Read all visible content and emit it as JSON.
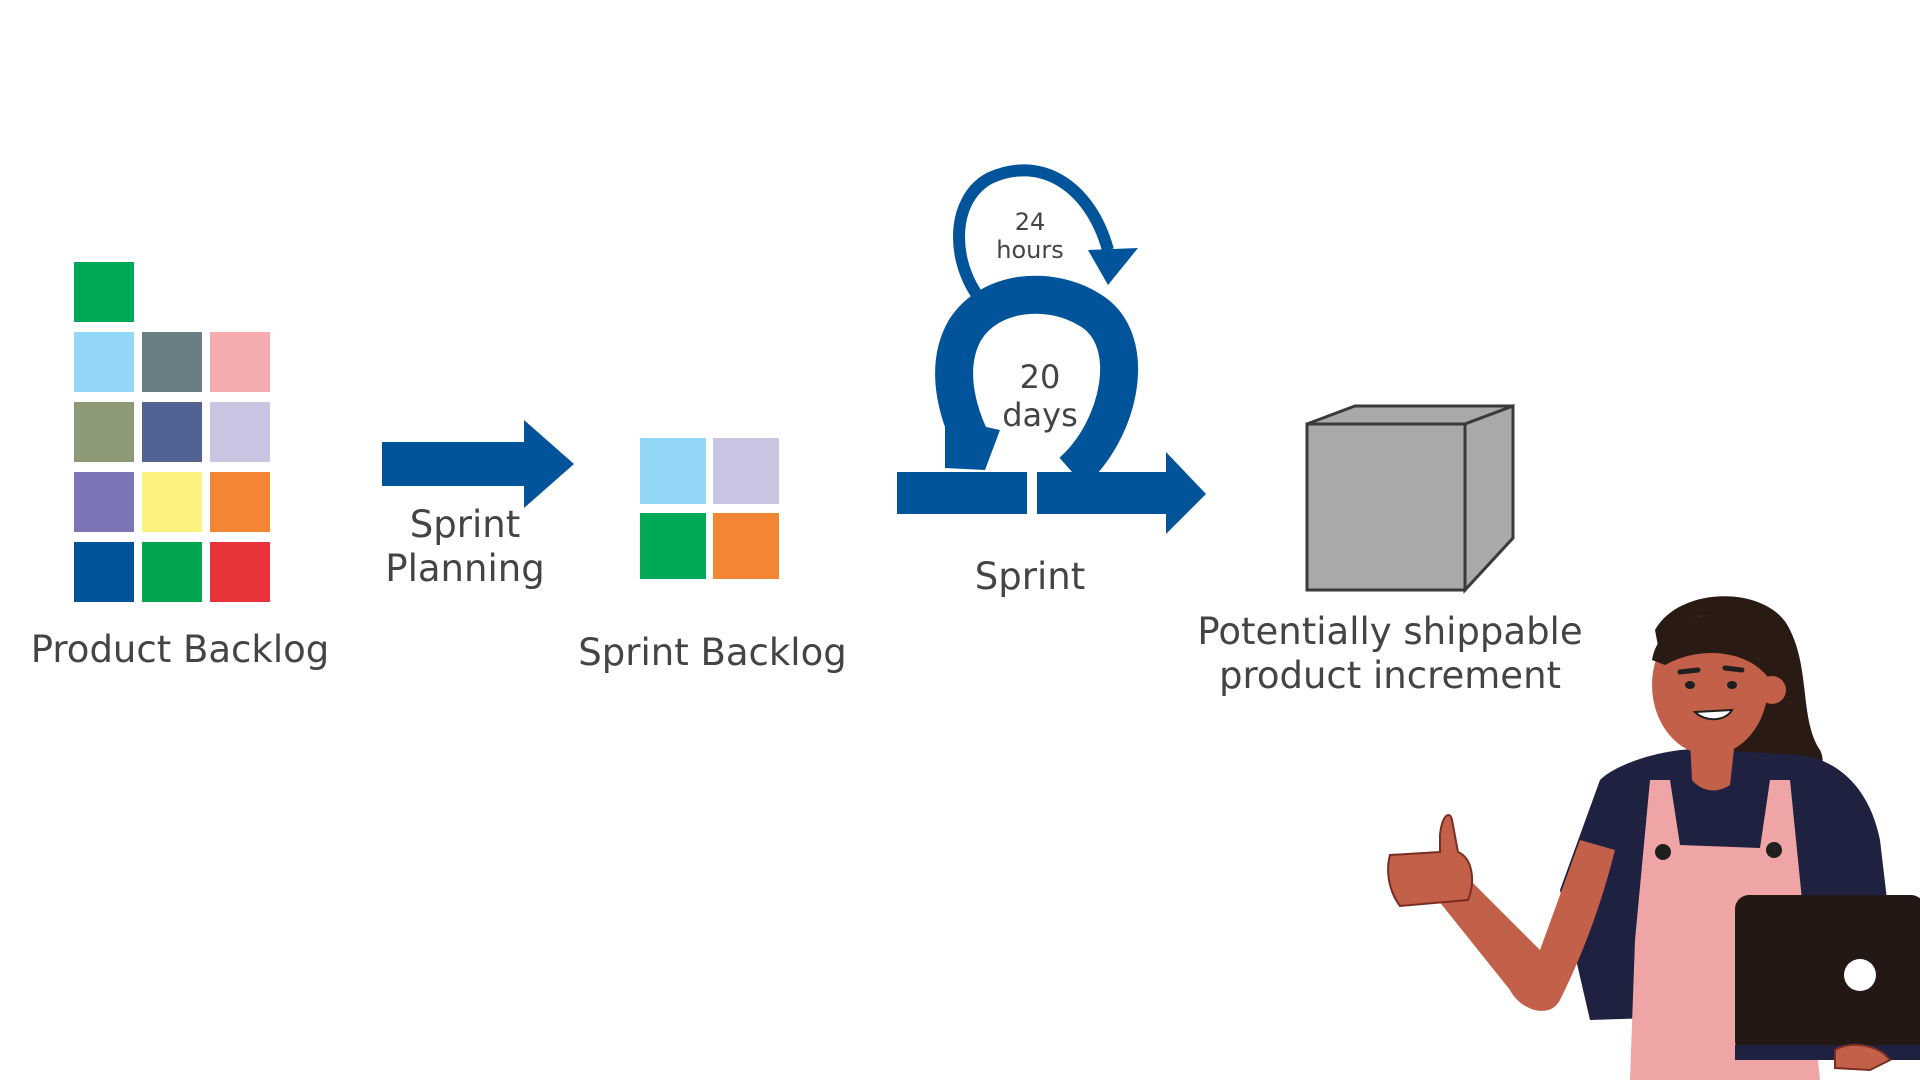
{
  "colors": {
    "arrow": "#01549a",
    "text": "#444444",
    "box_front": "#a8a9ab",
    "box_outline": "#3a3a3a"
  },
  "product_backlog": {
    "label": "Product Backlog",
    "tiles": [
      "#00a957",
      "#92d7f5",
      "#6b7e86",
      "#f6abb1",
      "#8c9a78",
      "#526292",
      "#c8c4e2",
      "#7d76b6",
      "#fdf27f",
      "#f38635",
      "#02549a",
      "#00a451",
      "#e9343b"
    ]
  },
  "sprint_planning": {
    "line1": "Sprint",
    "line2": "Planning"
  },
  "sprint_backlog": {
    "label": "Sprint Backlog",
    "tiles": [
      "#92d7f5",
      "#c8c4e2",
      "#00a957",
      "#f38635"
    ]
  },
  "sprint": {
    "label": "Sprint",
    "daily_cycle": {
      "line1": "24",
      "line2": "hours"
    },
    "sprint_cycle": {
      "line1": "20",
      "line2": "days"
    }
  },
  "increment": {
    "line1": "Potentially shippable",
    "line2": "product increment"
  },
  "illustration": {
    "subject": "person-thumbs-up-with-laptop",
    "icon": "laptop-icon"
  }
}
